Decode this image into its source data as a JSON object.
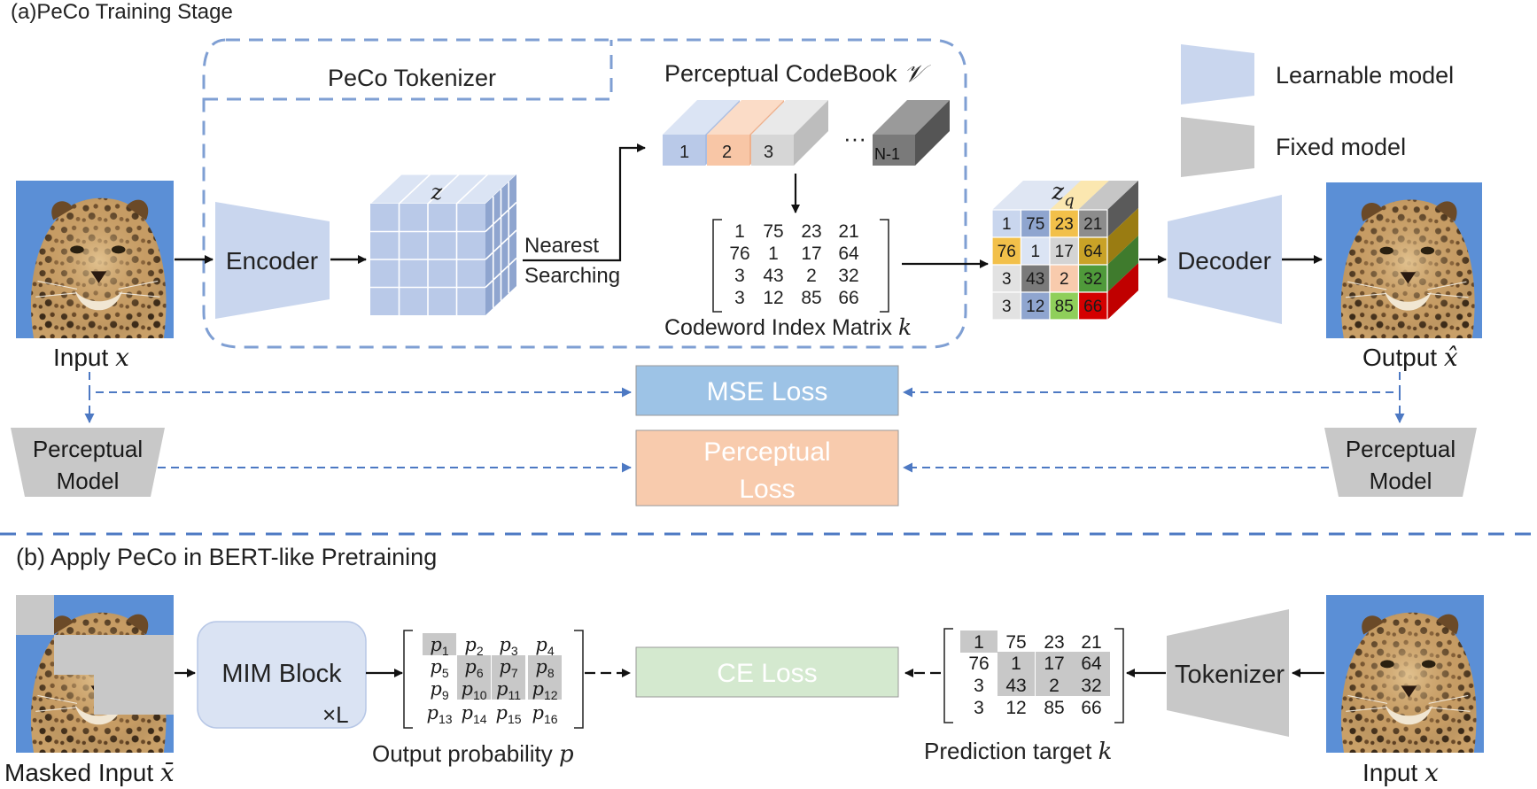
{
  "section_a": {
    "title": "(a)PeCo Training Stage",
    "tokenizer_label": "PeCo Tokenizer",
    "codebook_title": "Perceptual CodeBook",
    "codebook_symbol": "𝒱",
    "codebook_cells": [
      "1",
      "2",
      "3",
      "N-1"
    ],
    "codebook_ellipsis": "···",
    "encoder_label": "Encoder",
    "z_label": "z",
    "nearest_label": "Nearest",
    "searching_label": "Searching",
    "index_matrix": [
      [
        "1",
        "75",
        "23",
        "21"
      ],
      [
        "76",
        "1",
        "17",
        "64"
      ],
      [
        "3",
        "43",
        "2",
        "32"
      ],
      [
        "3",
        "12",
        "85",
        "66"
      ]
    ],
    "index_matrix_caption": "Codeword Index Matrix",
    "index_matrix_symbol": "k",
    "zq_label": "z",
    "zq_sub": "q",
    "decoder_label": "Decoder",
    "input_label": "Input",
    "input_symbol": "x",
    "output_label": "Output",
    "output_symbol": "x̂",
    "mse_loss": "MSE Loss",
    "perceptual_loss_line1": "Perceptual",
    "perceptual_loss_line2": "Loss",
    "perceptual_model_line1": "Perceptual",
    "perceptual_model_line2": "Model"
  },
  "legend": {
    "learnable": "Learnable model",
    "fixed": "Fixed model"
  },
  "section_b": {
    "title": "(b) Apply PeCo in BERT-like Pretraining",
    "mim_block": "MIM Block",
    "mim_repeat": "×L",
    "prob_matrix": [
      [
        "p",
        "1"
      ],
      [
        "p",
        "2"
      ],
      [
        "p",
        "3"
      ],
      [
        "p",
        "4"
      ],
      [
        "p",
        "5"
      ],
      [
        "p",
        "6"
      ],
      [
        "p",
        "7"
      ],
      [
        "p",
        "8"
      ],
      [
        "p",
        "9"
      ],
      [
        "p",
        "10"
      ],
      [
        "p",
        "11"
      ],
      [
        "p",
        "12"
      ],
      [
        "p",
        "13"
      ],
      [
        "p",
        "14"
      ],
      [
        "p",
        "15"
      ],
      [
        "p",
        "16"
      ]
    ],
    "prob_caption": "Output probability",
    "prob_symbol": "p",
    "ce_loss": "CE Loss",
    "target_matrix": [
      [
        "1",
        "75",
        "23",
        "21"
      ],
      [
        "76",
        "1",
        "17",
        "64"
      ],
      [
        "3",
        "43",
        "2",
        "32"
      ],
      [
        "3",
        "12",
        "85",
        "66"
      ]
    ],
    "target_caption": "Prediction target",
    "target_symbol": "k",
    "tokenizer_label": "Tokenizer",
    "masked_input_label": "Masked Input",
    "masked_input_symbol": "x̄",
    "input_label": "Input",
    "input_symbol": "x"
  },
  "colors": {
    "learnable_fill": "#c9d6ee",
    "fixed_fill": "#c8c8c8",
    "dash_blue": "#4d79c3",
    "mse_fill": "#9dc3e6",
    "perceptual_loss_fill": "#f8cbad",
    "ce_loss_fill": "#d4e9cf",
    "mim_fill": "#dae3f3",
    "image_sky": "#5b8fd6"
  }
}
